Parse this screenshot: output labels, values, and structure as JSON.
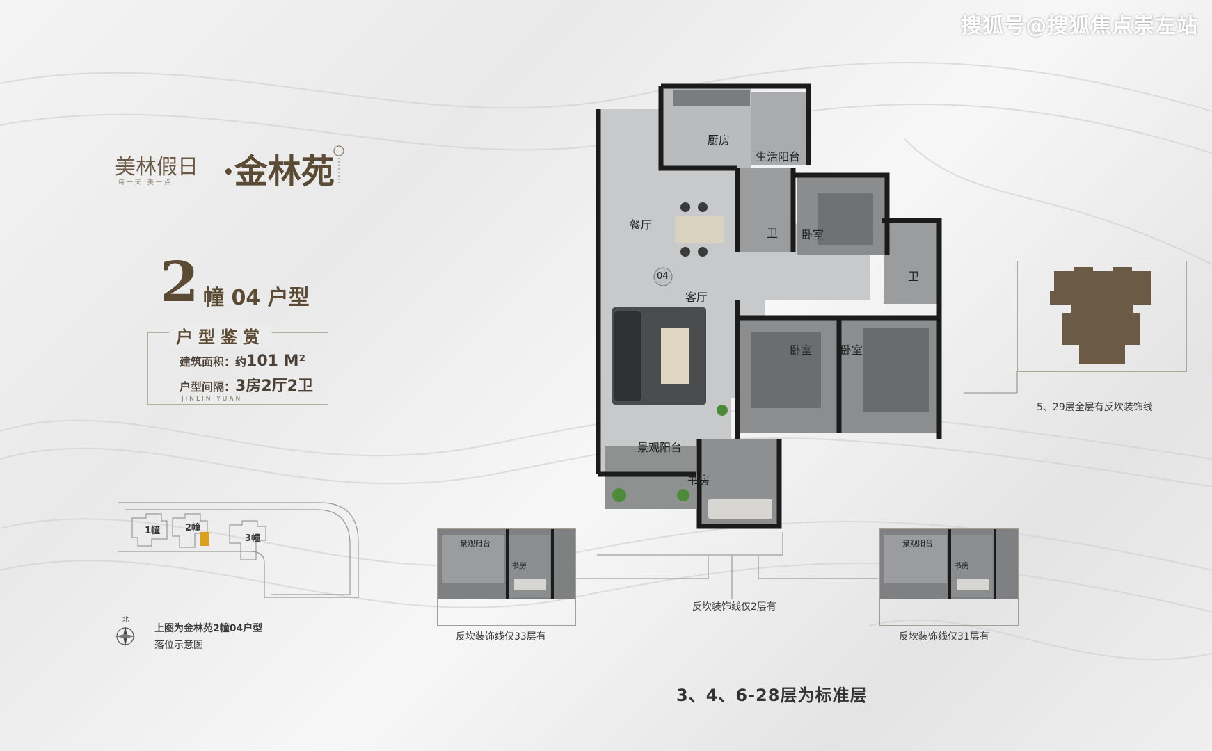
{
  "watermark": "搜狐号@搜狐焦点崇左站",
  "brand": {
    "left": "美林假日",
    "separator": "·",
    "right": "金林苑",
    "slogan": "每一天 美一点"
  },
  "unit": {
    "number": "2",
    "name": "幢 04 户型"
  },
  "specs": {
    "heading": "户型鉴赏",
    "area_label": "建筑面积：约",
    "area_value": "101 M²",
    "layout_label": "户型间隔：",
    "layout_value": "3房2厅2卫",
    "footer": "JINLIN YUAN"
  },
  "site_plan": {
    "building_1": "1幢",
    "building_2": "2幢",
    "building_3": "3幢",
    "north": "北",
    "caption_line1": "上图为金林苑2幢04户型",
    "caption_line2": "落位示意图",
    "highlight_color": "#d9a21e"
  },
  "floor_plan": {
    "unit_badge": "04",
    "rooms": {
      "kitchen": "厨房",
      "service_balcony": "生活阳台",
      "dining": "餐厅",
      "living": "客厅",
      "bath_1": "卫",
      "bath_2": "卫",
      "bedroom_1": "卧室",
      "bedroom_2": "卧室",
      "bedroom_3": "卧室",
      "view_balcony": "景观阳台",
      "study": "书房"
    }
  },
  "key_plan": {
    "caption": "5、29层全层有反坎装饰线",
    "building_color": "#6b5a45"
  },
  "insets": {
    "left": {
      "balcony": "景观阳台",
      "study": "书房",
      "caption": "反坎装饰线仅33层有"
    },
    "middle_caption": "反坎装饰线仅2层有",
    "right": {
      "balcony": "景观阳台",
      "study": "书房",
      "caption": "反坎装饰线仅31层有"
    }
  },
  "footer_note": "3、4、6-28层为标准层"
}
